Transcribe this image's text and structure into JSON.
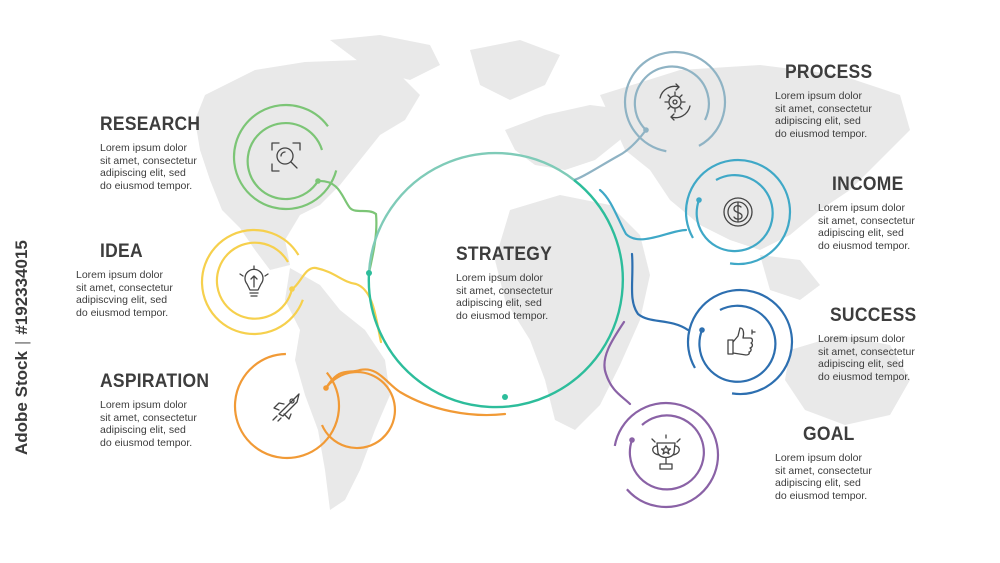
{
  "colors": {
    "background": "#ffffff",
    "map": "#e9e9e9",
    "text": "#3d3d3d",
    "research": "#7cc576",
    "idea": "#f6d04d",
    "aspiration": "#f19a36",
    "strategy_left": "#7fcbb8",
    "strategy_right": "#2dbd9b",
    "process": "#8fb3c4",
    "income": "#3fa8c7",
    "success": "#2d6fb0",
    "goal": "#8a62a6"
  },
  "center": {
    "title": "STRATEGY",
    "text": [
      "Lorem ipsum dolor",
      "sit amet, consectetur",
      "adipiscing elit, sed",
      "do eiusmod tempor."
    ]
  },
  "items": {
    "research": {
      "title": "RESEARCH",
      "text": [
        "Lorem ipsum dolor",
        "sit amet, consectetur",
        "adipiscing elit, sed",
        "do eiusmod tempor."
      ],
      "icon": "magnifier-icon"
    },
    "idea": {
      "title": "IDEA",
      "text": [
        "Lorem ipsum dolor",
        "sit amet, consectetur",
        "adipiscving elit, sed",
        "do eiusmod tempor."
      ],
      "icon": "lightbulb-icon"
    },
    "aspiration": {
      "title": "ASPIRATION",
      "text": [
        "Lorem ipsum dolor",
        "sit amet, consectetur",
        "adipiscing elit, sed",
        "do eiusmod tempor."
      ],
      "icon": "rocket-icon"
    },
    "process": {
      "title": "PROCESS",
      "text": [
        "Lorem ipsum dolor",
        "sit amet, consectetur",
        "adipiscing elit, sed",
        "do eiusmod tempor."
      ],
      "icon": "gear-icon"
    },
    "income": {
      "title": "INCOME",
      "text": [
        "Lorem ipsum dolor",
        "sit amet, consectetur",
        "adipiscing elit, sed",
        "do eiusmod tempor."
      ],
      "icon": "dollar-coin-icon"
    },
    "success": {
      "title": "SUCCESS",
      "text": [
        "Lorem ipsum dolor",
        "sit amet, consectetur",
        "adipiscing elit, sed",
        "do eiusmod tempor."
      ],
      "icon": "thumbs-up-icon"
    },
    "goal": {
      "title": "GOAL",
      "text": [
        "Lorem ipsum dolor",
        "sit amet, consectetur",
        "adipiscing elit, sed",
        "do eiusmod tempor."
      ],
      "icon": "trophy-icon"
    }
  },
  "watermark": {
    "brand": "Adobe Stock",
    "id": "#192334015"
  }
}
